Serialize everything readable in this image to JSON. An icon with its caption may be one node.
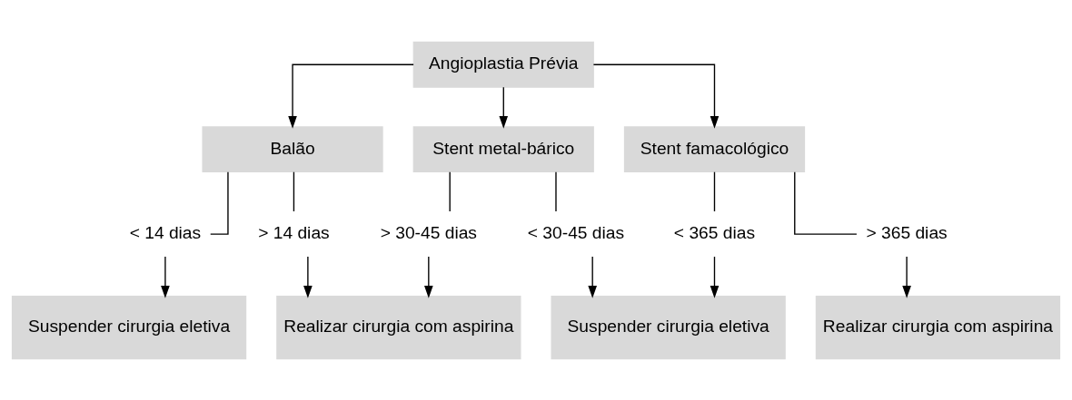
{
  "diagram": {
    "nodes": [
      {
        "text": [
          "Angioplastia Prévia"
        ]
      },
      {
        "text": [
          "Balão"
        ]
      },
      {
        "text": [
          "Stent metal-bárico"
        ]
      },
      {
        "text": [
          "Stent famacológico"
        ]
      },
      {
        "text": [
          "< 14 dias"
        ]
      },
      {
        "text": [
          "> 14 dias"
        ]
      },
      {
        "text": [
          "> 30-45 dias"
        ]
      },
      {
        "text": [
          "< 30-45 dias"
        ]
      },
      {
        "text": [
          "< 365 dias"
        ]
      },
      {
        "text": [
          "> 365 dias"
        ]
      },
      {
        "text": [
          "Suspender cirurgia eletiva"
        ]
      },
      {
        "text": [
          "Realizar cirurgia com aspirina"
        ]
      },
      {
        "text": [
          "Suspender cirurgia eletiva"
        ]
      },
      {
        "text": [
          "Realizar cirurgia com aspirina"
        ]
      }
    ],
    "edges": [
      {
        "from": 0,
        "to": 1,
        "arrow": "to"
      },
      {
        "from": 0,
        "to": 2,
        "arrow": "to"
      },
      {
        "from": 0,
        "to": 3,
        "arrow": "to"
      },
      {
        "from": 1,
        "to": 4,
        "arrow": "none"
      },
      {
        "from": 1,
        "to": 5,
        "arrow": "none"
      },
      {
        "from": 2,
        "to": 6,
        "arrow": "none"
      },
      {
        "from": 2,
        "to": 7,
        "arrow": "none"
      },
      {
        "from": 3,
        "to": 8,
        "arrow": "none"
      },
      {
        "from": 3,
        "to": 9,
        "arrow": "none"
      },
      {
        "from": 4,
        "to": 10,
        "arrow": "to"
      },
      {
        "from": 5,
        "to": 11,
        "arrow": "to"
      },
      {
        "from": 6,
        "to": 11,
        "arrow": "to"
      },
      {
        "from": 7,
        "to": 12,
        "arrow": "to"
      },
      {
        "from": 8,
        "to": 12,
        "arrow": "to"
      },
      {
        "from": 9,
        "to": 13,
        "arrow": "to"
      }
    ]
  }
}
